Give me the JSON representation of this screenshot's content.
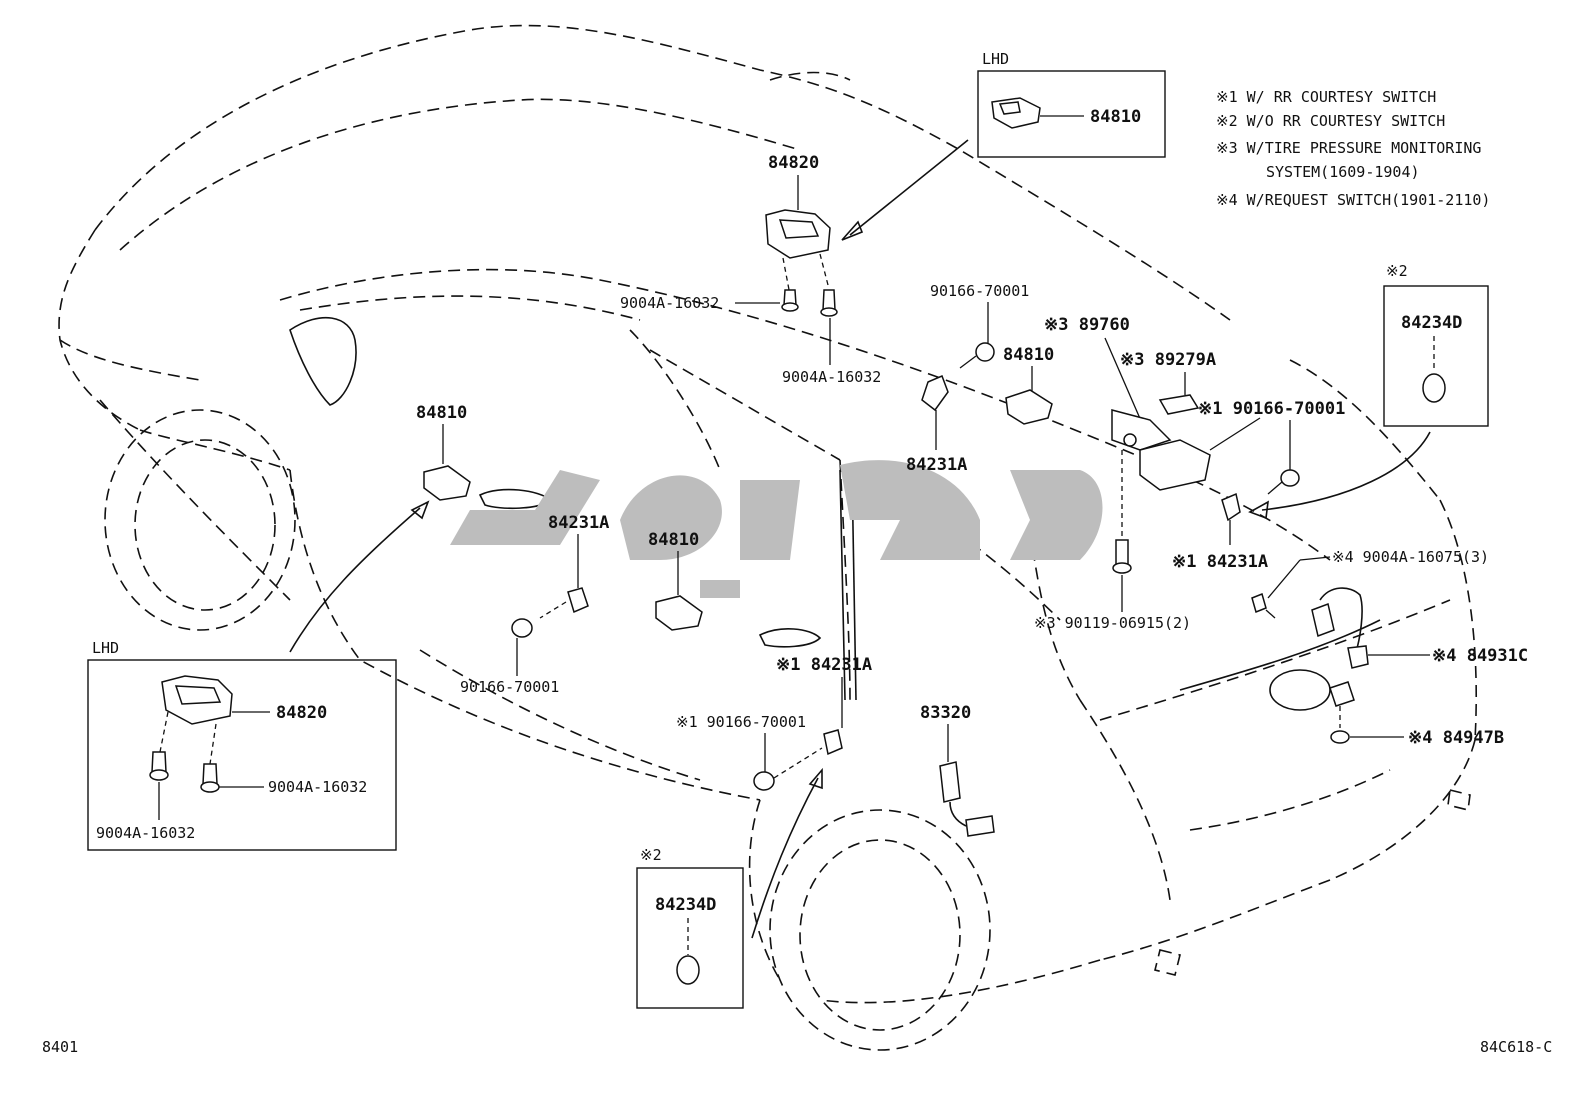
{
  "notes": [
    "※1 W/ RR COURTESY SWITCH",
    "※2 W/O RR COURTESY SWITCH",
    "※3 W/TIRE PRESSURE MONITORING",
    "SYSTEM(1609-1904)",
    "※4 W/REQUEST SWITCH(1901-2110)"
  ],
  "boxes": {
    "lhd_top": "LHD",
    "lhd_bottom": "LHD",
    "ref2_right": "※2",
    "ref2_bottom": "※2"
  },
  "labels": {
    "p84810_lhd_top": "84810",
    "p84820_top": "84820",
    "p9004A_a": "9004A-16032",
    "p9004A_b": "9004A-16032",
    "p90166_top": "90166-70001",
    "p84810_mid": "84810",
    "p84231A_mid": "84231A",
    "p89760": "※3 89760",
    "p89279A": "※3 89279A",
    "p90166_r1": "※1 90166-70001",
    "p84234D_right": "84234D",
    "p84810_left": "84810",
    "p84231A_front": "84231A",
    "p84810_rear": "84810",
    "p90166_front": "90166-70001",
    "p84231A_r1": "※1 84231A",
    "p90119": "※3 90119-06915(2)",
    "p9004A_16075": "※4 9004A-16075(3)",
    "p84931C": "※4 84931C",
    "p84947B": "※4 84947B",
    "p84231A_rear1": "※1 84231A",
    "p90166_rear1": "※1 90166-70001",
    "p83320": "83320",
    "p84820_lhd": "84820",
    "p9004A_lhd_r": "9004A-16032",
    "p9004A_lhd_b": "9004A-16032",
    "p84234D_bottom": "84234D"
  },
  "footer": {
    "left": "8401",
    "right": "84C618-C"
  }
}
